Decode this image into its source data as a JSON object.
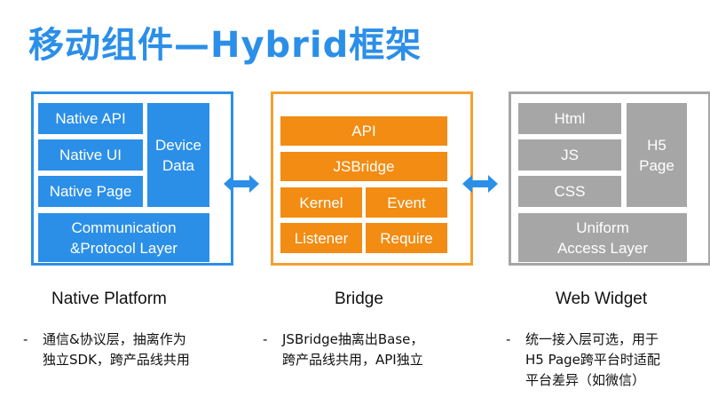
{
  "title": "移动组件—Hybrid框架",
  "colors": {
    "title": "#2b8fe8",
    "native": "#2b8fe8",
    "bridge": "#f28c12",
    "web": "#a6a6a6",
    "arrow": "#2b8fe8"
  },
  "native": {
    "blocks": [
      "Native API",
      "Native UI",
      "Native Page",
      "Device\nData",
      "Communication\n&Protocol Layer"
    ],
    "label": "Native Platform",
    "note": [
      "通信&协议层，抽离作为",
      "独立SDK，跨产品线共用"
    ]
  },
  "bridge": {
    "blocks": [
      "API",
      "JSBridge",
      "Kernel",
      "Event",
      "Listener",
      "Require"
    ],
    "label": "Bridge",
    "note": [
      "JSBridge抽离出Base，",
      "跨产品线共用，API独立"
    ]
  },
  "web": {
    "blocks": [
      "Html",
      "JS",
      "CSS",
      "H5\nPage",
      "Uniform\nAccess Layer"
    ],
    "label": "Web Widget",
    "note": [
      "统一接入层可选，用于",
      "H5 Page跨平台时适配",
      "平台差异（如微信）"
    ]
  },
  "bullet": "-",
  "icons": {
    "arrow": "double-arrow-icon"
  }
}
